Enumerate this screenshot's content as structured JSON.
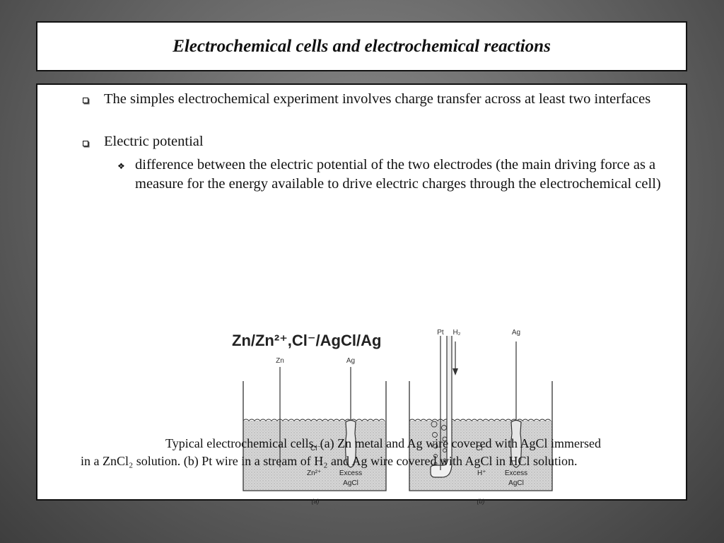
{
  "slide": {
    "title": "Electrochemical cells and electrochemical reactions",
    "bullets": {
      "b1": "The simples electrochemical experiment involves charge transfer across at least two interfaces",
      "b2": "Electric potential",
      "b2_sub1": "difference between the electric potential of the two electrodes  (the main driving force as a measure for the energy available to drive electric charges through the electrochemical cell)"
    },
    "figure": {
      "heading": "Zn/Zn²⁺,Cl⁻/AgCl/Ag",
      "panel_a": {
        "label": "(a)",
        "electrode_left": "Zn",
        "electrode_right": "Ag",
        "ion_cl": "Cl⁻",
        "ion_zn": "Zn²⁺",
        "excess": "Excess",
        "agcl": "AgCl"
      },
      "panel_b": {
        "label": "(b)",
        "pt": "Pt",
        "h2": "H₂",
        "electrode_right": "Ag",
        "ion_cl": "Cl⁻",
        "ion_h": "H⁺",
        "excess": "Excess",
        "agcl": "AgCl"
      },
      "caption_line1": "Typical electrochemical cells. (a) Zn metal and Ag wire covered with AgCl immersed",
      "caption_line2": "in a ZnCl₂ solution. (b) Pt wire in a stream of H₂ and Ag wire covered with AgCl in HCl solution."
    }
  }
}
